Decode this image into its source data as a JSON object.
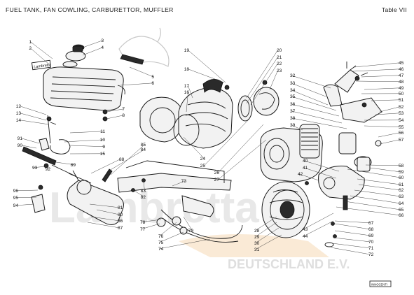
{
  "header": {
    "title": "FUEL TANK, FAN COWLING, CARBURETTOR, MUFFLER",
    "table": "Table VII"
  },
  "watermark": {
    "brand": "Lambretta",
    "country": "DEUTSCHLAND E.V."
  },
  "logos": {
    "tank_badge": "Lambretta",
    "corner_badge": "INNOCENTI"
  },
  "callouts": [
    "1",
    "2",
    "3",
    "4",
    "5",
    "6",
    "7",
    "8",
    "9",
    "10",
    "11",
    "12",
    "13",
    "14",
    "15",
    "16",
    "17",
    "18",
    "19",
    "20",
    "21",
    "22",
    "23",
    "24",
    "25",
    "26",
    "27",
    "28",
    "29",
    "30",
    "31",
    "32",
    "33",
    "34",
    "35",
    "36",
    "37",
    "38",
    "39",
    "40",
    "41",
    "42",
    "43",
    "44",
    "45",
    "46",
    "47",
    "48",
    "49",
    "50",
    "51",
    "52",
    "53",
    "54",
    "55",
    "56",
    "57",
    "58",
    "59",
    "60",
    "61",
    "62",
    "63",
    "64",
    "65",
    "66",
    "67",
    "68",
    "69",
    "70",
    "71",
    "72",
    "73",
    "74",
    "75",
    "76",
    "77",
    "78",
    "79",
    "80",
    "81",
    "82",
    "83",
    "84",
    "85",
    "86",
    "87",
    "88",
    "89",
    "90",
    "91",
    "92",
    "93",
    "94",
    "95",
    "96"
  ],
  "colors": {
    "ink": "#1a1a1a",
    "paper": "#ffffff",
    "watermark": "#d6d6d6",
    "accent": "#e8a33a"
  }
}
